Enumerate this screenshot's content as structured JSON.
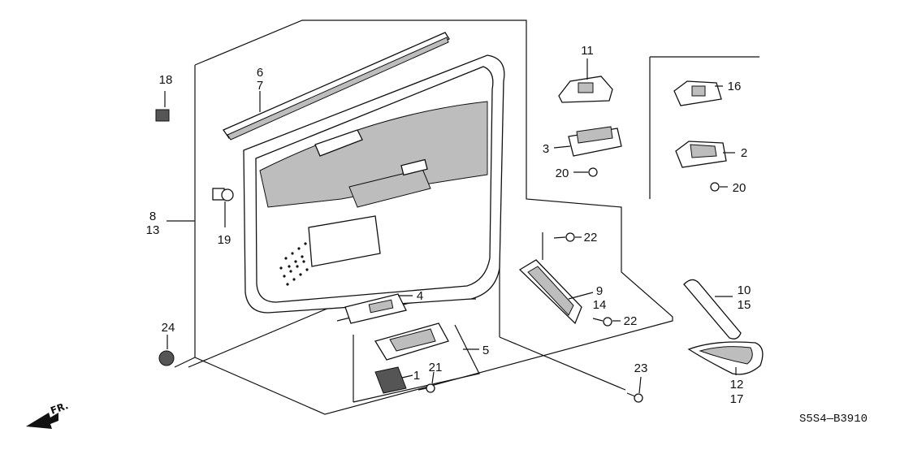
{
  "diagram_code": "S5S4—B3910",
  "direction_label": "FR.",
  "part_numbers": {
    "p1": "1",
    "p2": "2",
    "p3": "3",
    "p4": "4",
    "p5": "5",
    "p6": "6",
    "p7": "7",
    "p8": "8",
    "p9": "9",
    "p10": "10",
    "p11": "11",
    "p12": "12",
    "p13": "13",
    "p14": "14",
    "p15": "15",
    "p16": "16",
    "p17": "17",
    "p18": "18",
    "p19": "19",
    "p20a": "20",
    "p20b": "20",
    "p21": "21",
    "p22a": "22",
    "p22b": "22",
    "p23": "23",
    "p24": "24"
  }
}
